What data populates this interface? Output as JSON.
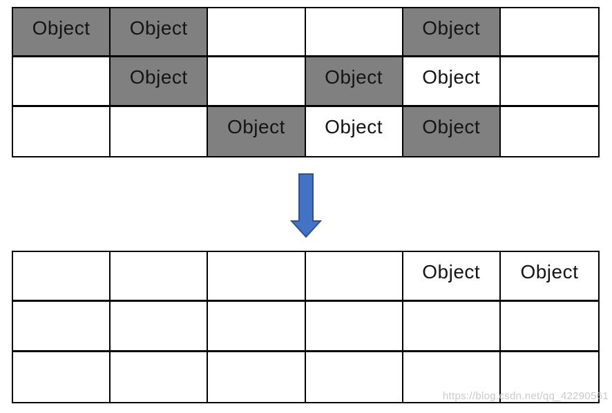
{
  "colors": {
    "cell_filled": "#808080",
    "cell_empty": "#ffffff",
    "table_border": "#000000",
    "arrow_fill": "#4472c4",
    "arrow_stroke": "#2f528f",
    "watermark": "#c4c4c4"
  },
  "top_table": {
    "rows": [
      [
        {
          "label": "Object",
          "filled": true
        },
        {
          "label": "Object",
          "filled": true
        },
        {
          "label": "",
          "filled": false
        },
        {
          "label": "",
          "filled": false
        },
        {
          "label": "Object",
          "filled": true
        },
        {
          "label": "",
          "filled": false
        }
      ],
      [
        {
          "label": "",
          "filled": false
        },
        {
          "label": "Object",
          "filled": true
        },
        {
          "label": "",
          "filled": false
        },
        {
          "label": "Object",
          "filled": true
        },
        {
          "label": "Object",
          "filled": false
        },
        {
          "label": "",
          "filled": false
        }
      ],
      [
        {
          "label": "",
          "filled": false
        },
        {
          "label": "",
          "filled": false
        },
        {
          "label": "Object",
          "filled": true
        },
        {
          "label": "Object",
          "filled": false
        },
        {
          "label": "Object",
          "filled": true
        },
        {
          "label": "",
          "filled": false
        }
      ]
    ]
  },
  "arrow": {
    "direction": "down"
  },
  "bottom_table": {
    "rows": [
      [
        {
          "label": "",
          "filled": false
        },
        {
          "label": "",
          "filled": false
        },
        {
          "label": "",
          "filled": false
        },
        {
          "label": "",
          "filled": false
        },
        {
          "label": "Object",
          "filled": false
        },
        {
          "label": "Object",
          "filled": false
        }
      ],
      [
        {
          "label": "",
          "filled": false
        },
        {
          "label": "",
          "filled": false
        },
        {
          "label": "",
          "filled": false
        },
        {
          "label": "",
          "filled": false
        },
        {
          "label": "",
          "filled": false
        },
        {
          "label": "",
          "filled": false
        }
      ],
      [
        {
          "label": "",
          "filled": false
        },
        {
          "label": "",
          "filled": false
        },
        {
          "label": "",
          "filled": false
        },
        {
          "label": "",
          "filled": false
        },
        {
          "label": "",
          "filled": false
        },
        {
          "label": "",
          "filled": false
        }
      ]
    ]
  },
  "watermark": {
    "text": "https://blog.csdn.net/qq_42290561"
  }
}
